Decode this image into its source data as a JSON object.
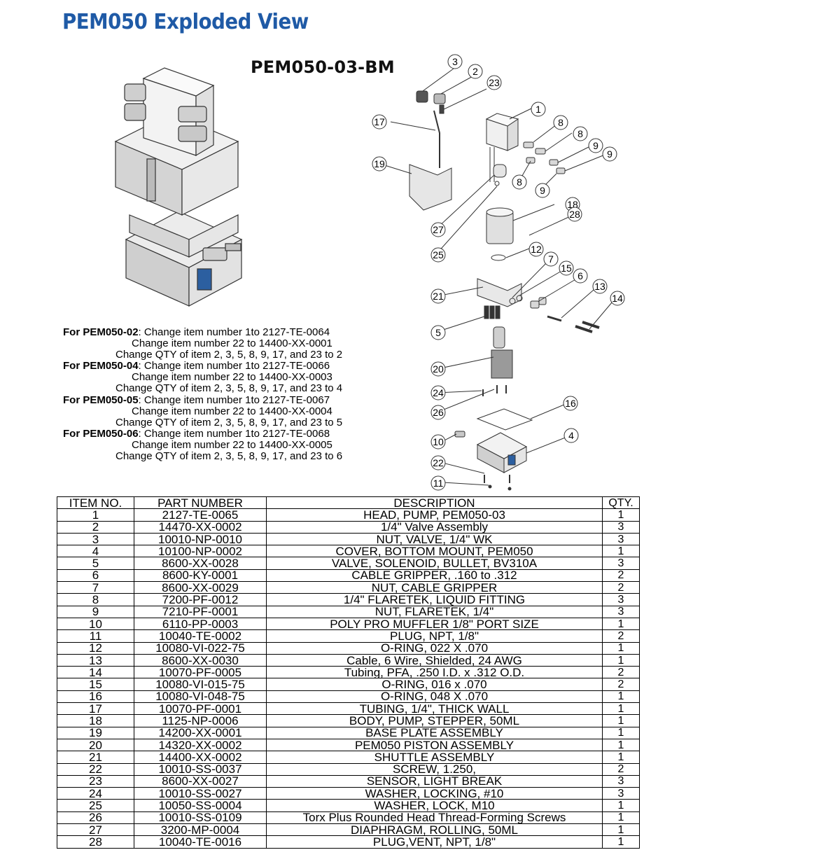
{
  "page": {
    "title": "PEM050 Exploded View",
    "model": "PEM050-03-BM"
  },
  "callouts": [
    "1",
    "2",
    "3",
    "4",
    "5",
    "6",
    "7",
    "8",
    "8",
    "8",
    "9",
    "9",
    "9",
    "10",
    "11",
    "12",
    "13",
    "14",
    "15",
    "16",
    "17",
    "18",
    "19",
    "20",
    "21",
    "22",
    "23",
    "24",
    "25",
    "26",
    "27",
    "28"
  ],
  "notes": [
    {
      "label": "For PEM050-02",
      "text": ": Change item number 1to 2127-TE-0064"
    },
    {
      "label": "",
      "text": "Change item number 22 to 14400-XX-0001"
    },
    {
      "label": "",
      "text": "Change QTY of item 2, 3, 5, 8, 9, 17, and 23 to 2"
    },
    {
      "label": "For PEM050-04",
      "text": ": Change item number 1to 2127-TE-0066"
    },
    {
      "label": "",
      "text": "Change item number 22 to 14400-XX-0003"
    },
    {
      "label": "",
      "text": "Change QTY of item 2, 3, 5, 8, 9, 17, and 23 to 4"
    },
    {
      "label": "For PEM050-05",
      "text": ": Change item number 1to 2127-TE-0067"
    },
    {
      "label": "",
      "text": "Change item number 22 to 14400-XX-0004"
    },
    {
      "label": "",
      "text": "Change QTY of item 2, 3, 5, 8, 9, 17, and 23 to 5"
    },
    {
      "label": "For PEM050-06",
      "text": ": Change item number 1to 2127-TE-0068"
    },
    {
      "label": "",
      "text": "Change item number 22 to 14400-XX-0005"
    },
    {
      "label": "",
      "text": "Change QTY of item 2, 3, 5, 8, 9, 17, and 23 to 6"
    }
  ],
  "bom": {
    "headers": [
      "ITEM NO.",
      "PART NUMBER",
      "DESCRIPTION",
      "QTY."
    ],
    "rows": [
      [
        "1",
        "2127-TE-0065",
        "HEAD, PUMP, PEM050-03",
        "1"
      ],
      [
        "2",
        "14470-XX-0002",
        "1/4\" Valve Assembly",
        "3"
      ],
      [
        "3",
        "10010-NP-0010",
        "NUT, VALVE, 1/4\" WK",
        "3"
      ],
      [
        "4",
        "10100-NP-0002",
        "COVER, BOTTOM MOUNT, PEM050",
        "1"
      ],
      [
        "5",
        "8600-XX-0028",
        "VALVE, SOLENOID, BULLET, BV310A",
        "3"
      ],
      [
        "6",
        "8600-KY-0001",
        "CABLE GRIPPER, .160 to .312",
        "2"
      ],
      [
        "7",
        "8600-XX-0029",
        "NUT, CABLE GRIPPER",
        "2"
      ],
      [
        "8",
        "7200-PF-0012",
        "1/4\" FLARETEK, LIQUID FITTING",
        "3"
      ],
      [
        "9",
        "7210-PF-0001",
        "NUT, FLARETEK, 1/4\"",
        "3"
      ],
      [
        "10",
        "6110-PP-0003",
        "POLY PRO MUFFLER 1/8\" PORT SIZE",
        "1"
      ],
      [
        "11",
        "10040-TE-0002",
        "PLUG, NPT, 1/8\"",
        "2"
      ],
      [
        "12",
        "10080-VI-022-75",
        "O-RING, 022 X .070",
        "1"
      ],
      [
        "13",
        "8600-XX-0030",
        "Cable, 6 Wire, Shielded, 24 AWG",
        "1"
      ],
      [
        "14",
        "10070-PF-0005",
        "Tubing, PFA,  .250 I.D. x .312 O.D.",
        "2"
      ],
      [
        "15",
        "10080-VI-015-75",
        "O-RING, 016 x .070",
        "2"
      ],
      [
        "16",
        "10080-VI-048-75",
        "O-RING, 048 X .070",
        "1"
      ],
      [
        "17",
        "10070-PF-0001",
        "TUBING, 1/4\", THICK WALL",
        "1"
      ],
      [
        "18",
        "1125-NP-0006",
        "BODY, PUMP, STEPPER, 50ML",
        "1"
      ],
      [
        "19",
        "14200-XX-0001",
        "BASE PLATE ASSEMBLY",
        "1"
      ],
      [
        "20",
        "14320-XX-0002",
        "PEM050 PISTON ASSEMBLY",
        "1"
      ],
      [
        "21",
        "14400-XX-0002",
        "SHUTTLE ASSEMBLY",
        "1"
      ],
      [
        "22",
        "10010-SS-0037",
        "SCREW, 1.250,",
        "2"
      ],
      [
        "23",
        "8600-XX-0027",
        "SENSOR, LIGHT BREAK",
        "3"
      ],
      [
        "24",
        "10010-SS-0027",
        "WASHER, LOCKING, #10",
        "3"
      ],
      [
        "25",
        "10050-SS-0004",
        "WASHER, LOCK, M10",
        "1"
      ],
      [
        "26",
        "10010-SS-0109",
        "Torx Plus Rounded Head Thread-Forming Screws",
        "1"
      ],
      [
        "27",
        "3200-MP-0004",
        "DIAPHRAGM, ROLLING, 50ML",
        "1"
      ],
      [
        "28",
        "10040-TE-0016",
        "PLUG,VENT, NPT, 1/8\"",
        "1"
      ]
    ]
  }
}
